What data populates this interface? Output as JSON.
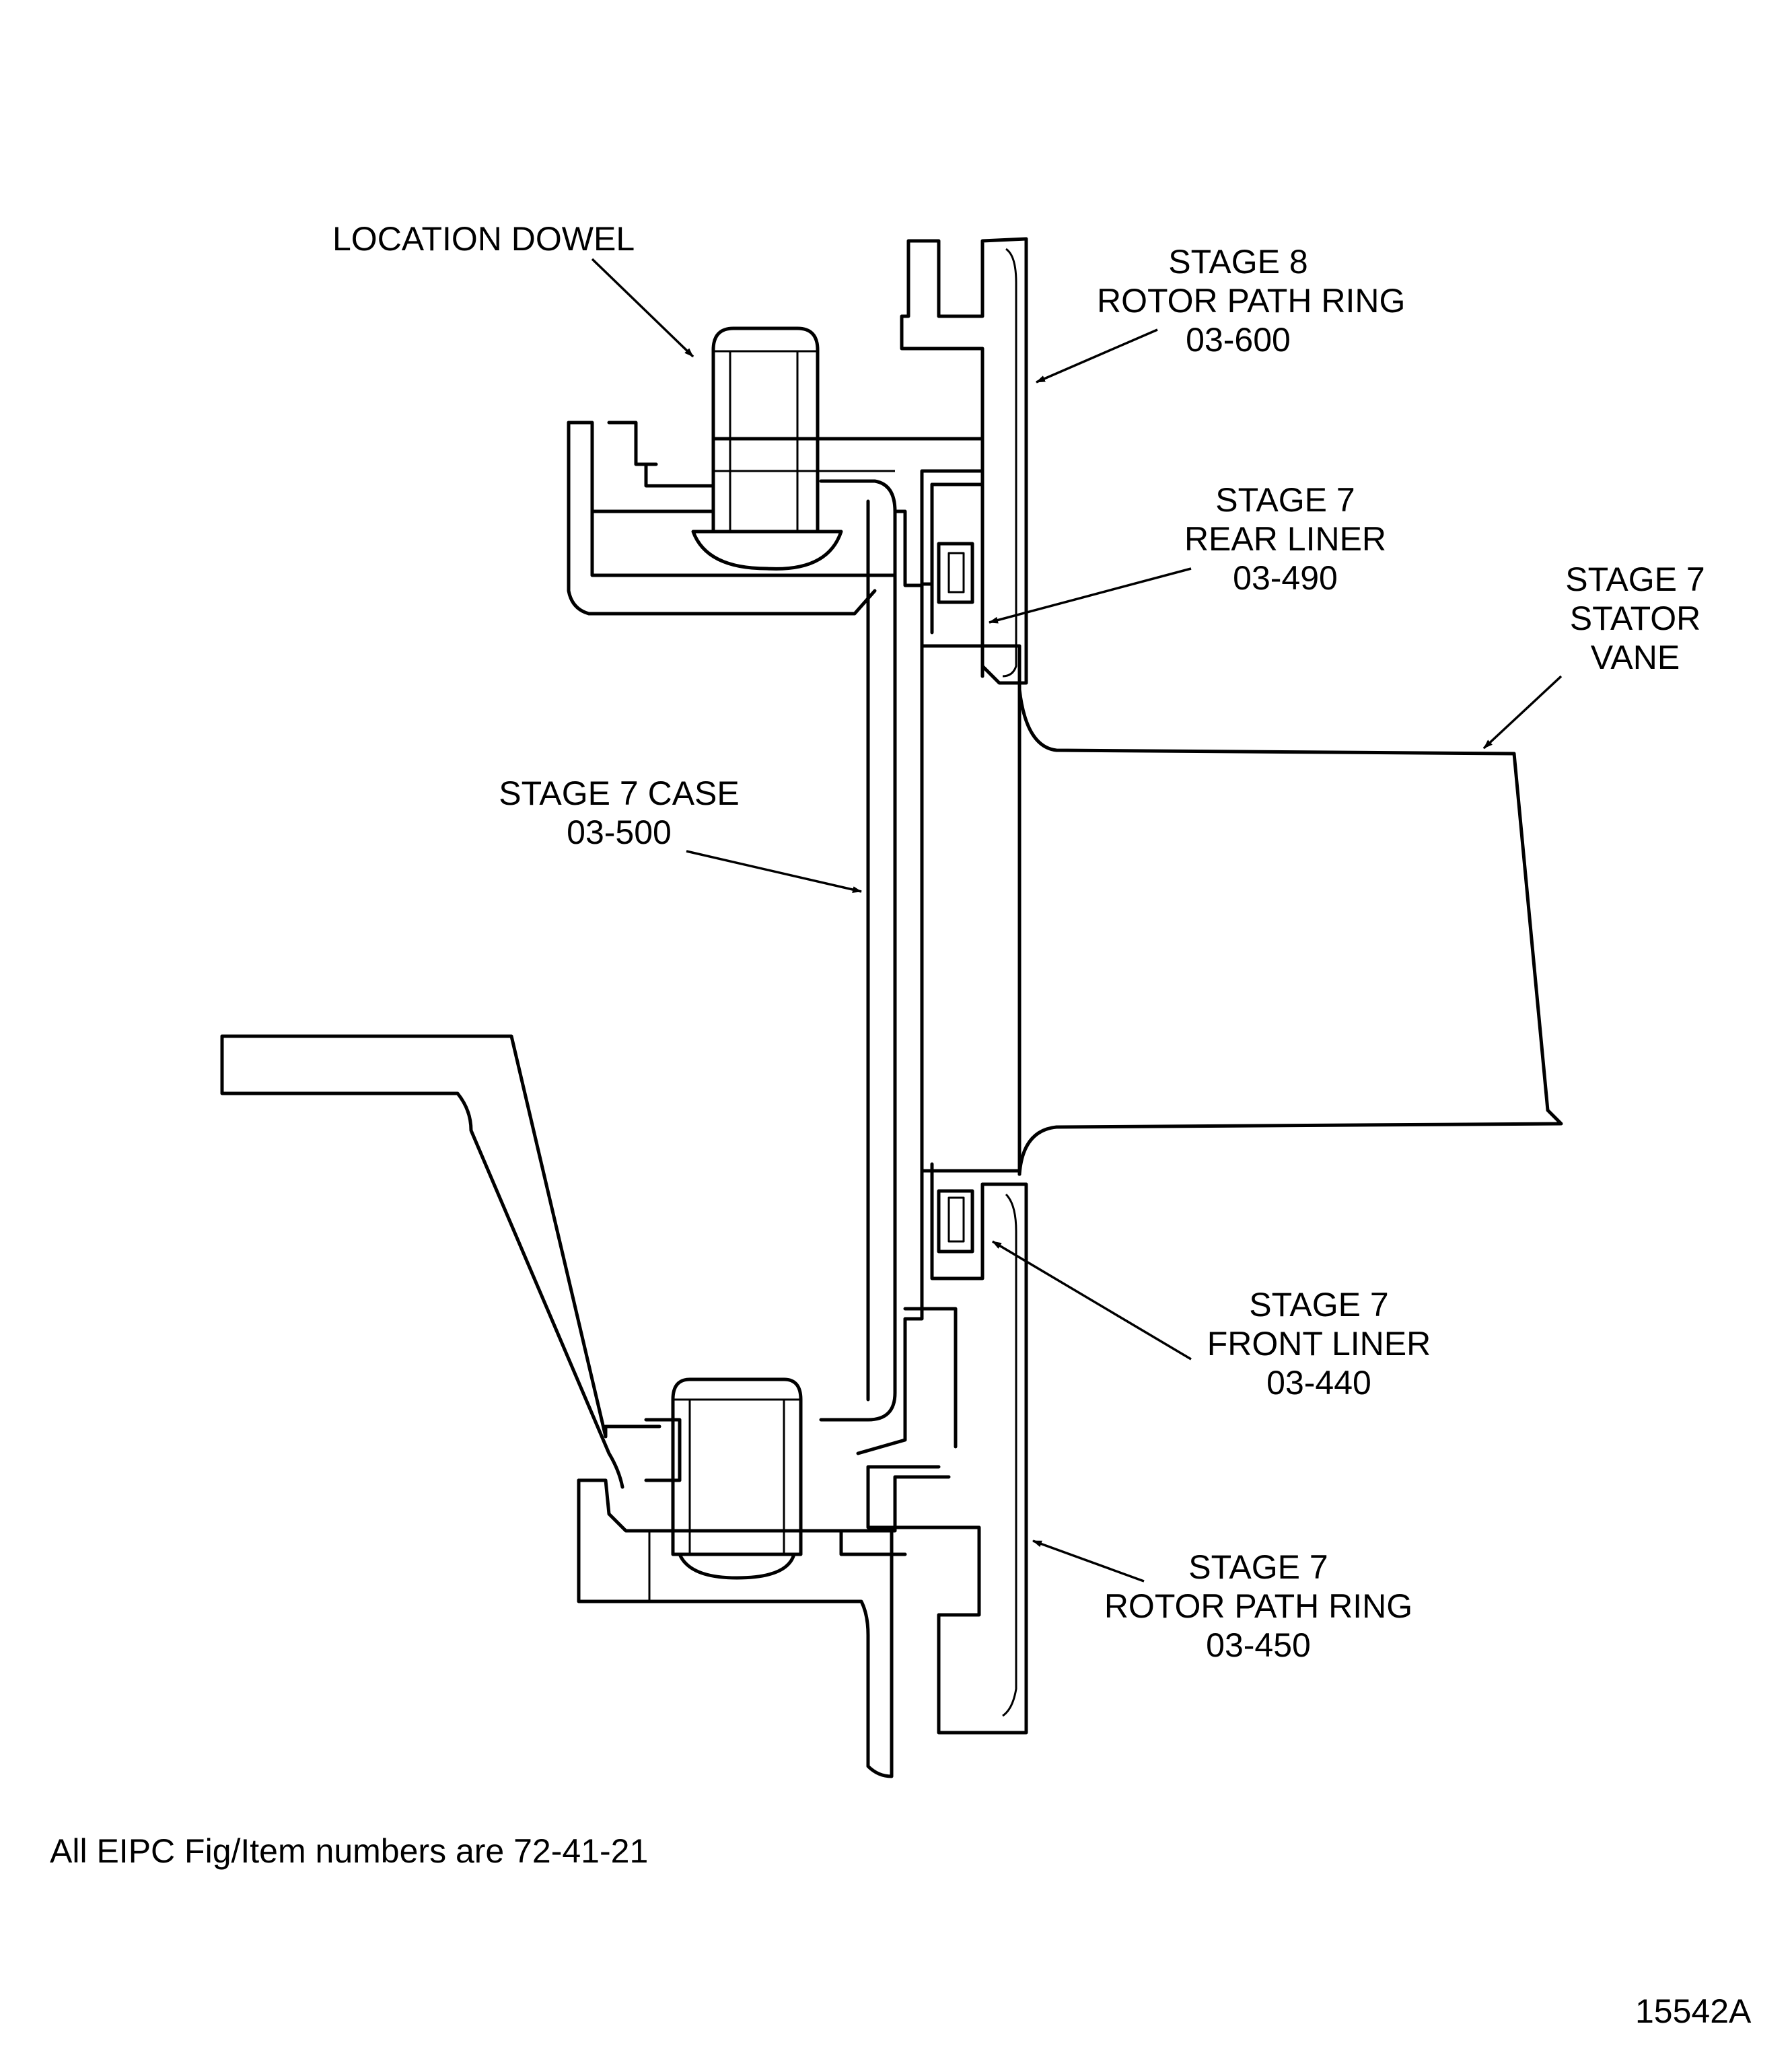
{
  "labels": {
    "location_dowel": "LOCATION DOWEL",
    "stage8_rotor_path_ring": {
      "line1": "STAGE 8",
      "line2": "ROTOR PATH RING",
      "part_no": "03-600"
    },
    "stage7_rear_liner": {
      "line1": "STAGE 7",
      "line2": "REAR LINER",
      "part_no": "03-490"
    },
    "stage7_stator_vane": {
      "line1": "STAGE 7",
      "line2": "STATOR",
      "line3": "VANE"
    },
    "stage7_case": {
      "line1": "STAGE 7 CASE",
      "part_no": "03-500"
    },
    "stage7_front_liner": {
      "line1": "STAGE 7",
      "line2": "FRONT LINER",
      "part_no": "03-440"
    },
    "stage7_rotor_path_ring": {
      "line1": "STAGE 7",
      "line2": "ROTOR PATH RING",
      "part_no": "03-450"
    }
  },
  "footnote": "All EIPC Fig/Item numbers are  72-41-21",
  "figure_number": "15542A",
  "colors": {
    "line": "#000000",
    "background": "#ffffff"
  }
}
